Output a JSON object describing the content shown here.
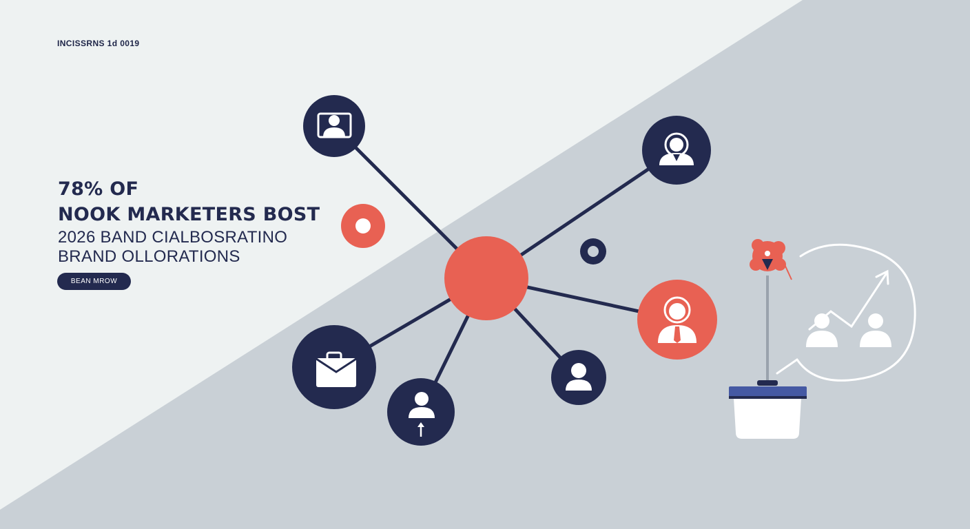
{
  "overline": "INCISSRNS 1d 0019",
  "headline": {
    "line1": "78% OF",
    "line2": "NOOK MARKETERS BOST",
    "line3": "2026 BAND CIALBOSRATINO",
    "line4": "BRAND OLLORATIONS"
  },
  "cta_label": "BEAN MROW",
  "colors": {
    "navy": "#232a4f",
    "coral": "#e86153",
    "light_bg": "#eef2f2",
    "grey_bg": "#c9d0d6",
    "blue_accent": "#4559a3"
  },
  "icons": {
    "top_left_node": "portrait-card-icon",
    "top_right_node": "user-headset-icon",
    "right_node": "businessman-icon",
    "left_node": "briefcase-icon",
    "bottom_node": "user-arrow-up-icon",
    "bottom_right_node": "user-icon",
    "plant": "flower-plant-icon",
    "growth": "users-growth-arrow-icon"
  }
}
